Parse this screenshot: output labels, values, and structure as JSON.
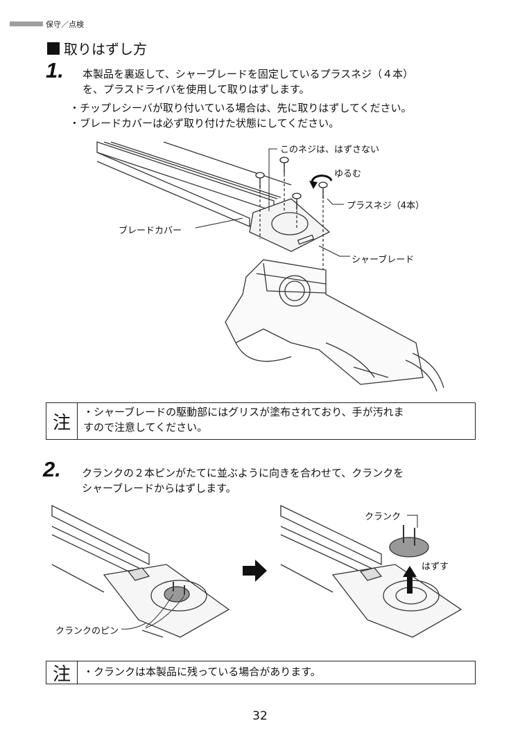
{
  "header": {
    "label": "保守／点検"
  },
  "section": {
    "title": "取りはずし方"
  },
  "step1": {
    "number": "1.",
    "text_line1": "本製品を裏返して、シャーブレードを固定しているプラスネジ（４本）",
    "text_line2": "を、プラスドライバを使用して取りはずします。",
    "bullet1": "・チップレシーバが取り付いている場合は、先に取りはずしてください。",
    "bullet2": "・ブレードカバーは必ず取り付けた状態にしてください。"
  },
  "figure1": {
    "label_no_remove": "このネジは、はずさない",
    "label_loosen": "ゆるむ",
    "label_screws": "プラスネジ（4本）",
    "label_blade_cover": "ブレードカバー",
    "label_shear_blade": "シャーブレード"
  },
  "note1": {
    "icon": "注",
    "line1": "・シャーブレードの駆動部にはグリスが塗布されており、手が汚れま",
    "line2": "すので注意してください。"
  },
  "step2": {
    "number": "2.",
    "text_line1": "クランクの２本ピンがたてに並ぶように向きを合わせて、クランクを",
    "text_line2": "シャーブレードからはずします。"
  },
  "figure2": {
    "label_crank_pin": "クランクのピン",
    "label_crank": "クランク",
    "label_remove": "はずす"
  },
  "note2": {
    "icon": "注",
    "line1": "・クランクは本製品に残っている場合があります。"
  },
  "page": {
    "number": "32"
  }
}
